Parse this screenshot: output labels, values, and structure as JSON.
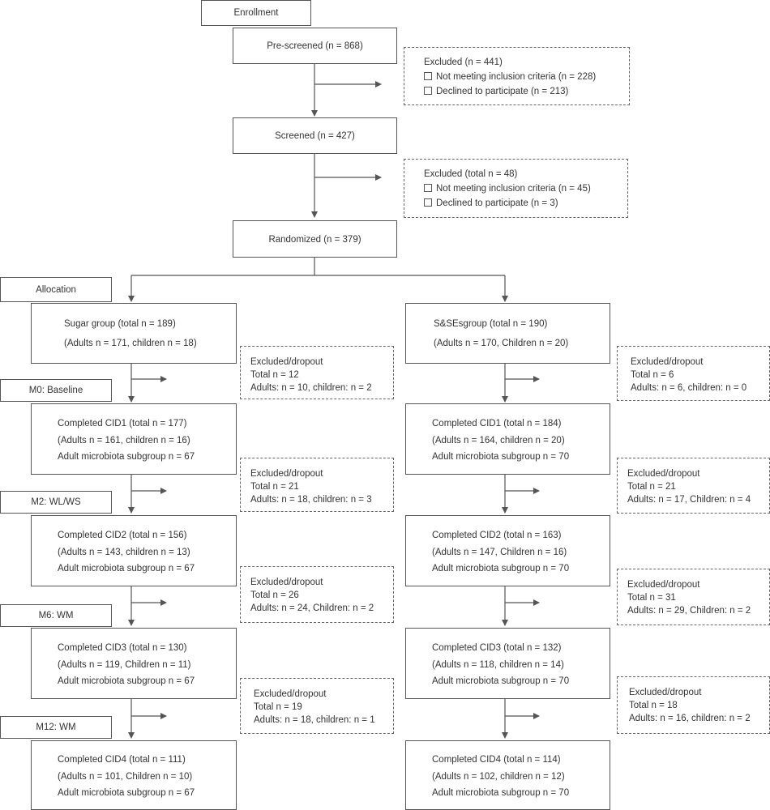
{
  "stages": {
    "enrollment": "Enrollment",
    "allocation": "Allocation",
    "m0": "M0: Baseline",
    "m2": "M2: WL/WS",
    "m6": "M6: WM",
    "m12": "M12: WM"
  },
  "top": {
    "prescreened": "Pre-screened (n = 868)",
    "screened": "Screened (n = 427)",
    "randomized": "Randomized (n = 379)"
  },
  "excluded1": {
    "title": "Excluded (n = 441)",
    "items": [
      "Not meeting inclusion criteria (n = 228)",
      "Declined to participate (n = 213)"
    ]
  },
  "excluded2": {
    "title": "Excluded (total n = 48)",
    "items": [
      "Not meeting inclusion criteria (n = 45)",
      "Declined to participate (n = 3)"
    ]
  },
  "left": {
    "group": [
      "Sugar group (total n = 189)",
      "(Adults n = 171, children n = 18)"
    ],
    "cid1": [
      "Completed CID1 (total n = 177)",
      "(Adults n = 161, children n = 16)",
      "Adult microbiota subgroup n = 67"
    ],
    "cid2": [
      "Completed CID2 (total n = 156)",
      "(Adults n = 143, children n = 13)",
      "Adult microbiota subgroup n = 67"
    ],
    "cid3": [
      "Completed CID3 (total n = 130)",
      "(Adults n = 119, Children n = 11)",
      "Adult microbiota subgroup n = 67"
    ],
    "cid4": [
      "Completed CID4 (total n = 111)",
      "(Adults n = 101, Children n = 10)",
      "Adult microbiota subgroup n = 67"
    ],
    "drop1": [
      "Excluded/dropout",
      "Total n = 12",
      "Adults: n = 10, children: n = 2"
    ],
    "drop2": [
      "Excluded/dropout",
      "Total n = 21",
      "Adults: n = 18, children: n = 3"
    ],
    "drop3": [
      "Excluded/dropout",
      "Total n = 26",
      "Adults: n = 24, Children: n = 2"
    ],
    "drop4": [
      "Excluded/dropout",
      "Total n = 19",
      "Adults: n = 18, children: n = 1"
    ]
  },
  "right": {
    "group": [
      "S&SEsgroup (total n = 190)",
      "(Adults n = 170, Children n = 20)"
    ],
    "cid1": [
      "Completed CID1 (total n = 184)",
      "(Adults n = 164, children n = 20)",
      "Adult microbiota subgroup n = 70"
    ],
    "cid2": [
      "Completed CID2 (total n = 163)",
      "(Adults n = 147, Children n = 16)",
      "Adult microbiota subgroup n = 70"
    ],
    "cid3": [
      "Completed CID3 (total n = 132)",
      "(Adults n = 118, children n = 14)",
      "Adult microbiota subgroup n = 70"
    ],
    "cid4": [
      "Completed CID4 (total n = 114)",
      "(Adults n = 102, children n = 12)",
      "Adult microbiota subgroup n = 70"
    ],
    "drop1": [
      "Excluded/dropout",
      "Total n = 6",
      "Adults: n = 6, children: n = 0"
    ],
    "drop2": [
      "Excluded/dropout",
      "Total n = 21",
      "Adults: n = 17, Children: n = 4"
    ],
    "drop3": [
      "Excluded/dropout",
      "Total n = 31",
      "Adults: n = 29, Children: n = 2"
    ],
    "drop4": [
      "Excluded/dropout",
      "Total n = 18",
      "Adults: n = 16, children: n = 2"
    ]
  }
}
